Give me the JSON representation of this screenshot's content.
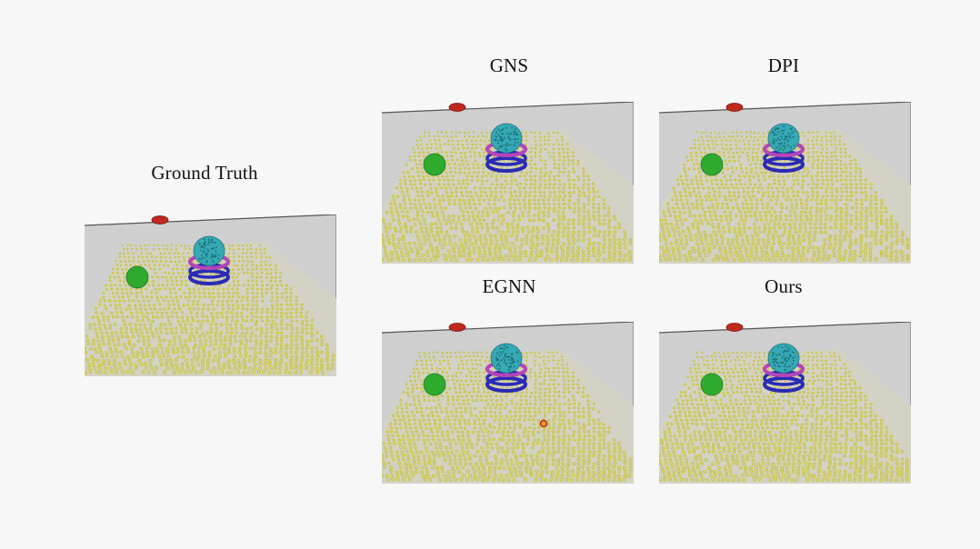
{
  "labels": {
    "ground_truth": "Ground Truth",
    "gns": "GNS",
    "dpi": "DPI",
    "egnn": "EGNN",
    "ours": "Ours"
  },
  "colors": {
    "background": "#f7f7f7",
    "wall": "#cfcfcf",
    "floor": "#d3d2c4",
    "particles": "#c9c42a",
    "green_cube": "#2eaa2e",
    "teal_sphere": "#35a9b4",
    "magenta_ring": "#b545b8",
    "blue_ring": "#2a2bb6",
    "red_marker": "#c0281e"
  },
  "icons": {
    "scene": "particle-simulation-scene",
    "stray_particle": "stray-red-particle"
  }
}
